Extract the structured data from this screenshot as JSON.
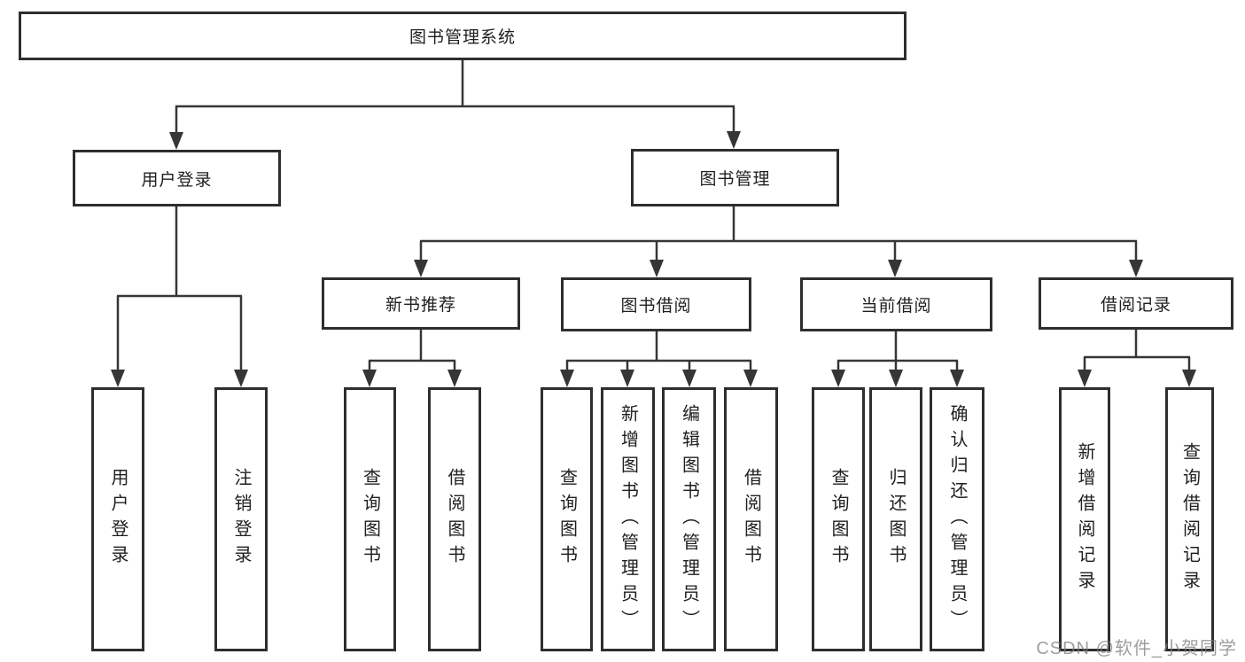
{
  "colors": {
    "line": "#363636",
    "box_border": "#2e2e2e",
    "text": "#1f1f1f",
    "watermark": "#7d7d7d"
  },
  "diagram": {
    "root": {
      "label": "图书管理系统"
    },
    "branches": [
      {
        "label": "用户登录",
        "children": [
          {
            "label": "用户登录"
          },
          {
            "label": "注销登录"
          }
        ]
      },
      {
        "label": "图书管理",
        "children": [
          {
            "label": "新书推荐",
            "children": [
              {
                "label": "查询图书"
              },
              {
                "label": "借阅图书"
              }
            ]
          },
          {
            "label": "图书借阅",
            "children": [
              {
                "label": "查询图书"
              },
              {
                "label": "新增图书（管理员）"
              },
              {
                "label": "编辑图书（管理员）"
              },
              {
                "label": "借阅图书"
              }
            ]
          },
          {
            "label": "当前借阅",
            "children": [
              {
                "label": "查询图书"
              },
              {
                "label": "归还图书"
              },
              {
                "label": "确认归还（管理员）"
              }
            ]
          },
          {
            "label": "借阅记录",
            "children": [
              {
                "label": "新增借阅记录"
              },
              {
                "label": "查询借阅记录"
              }
            ]
          }
        ]
      }
    ]
  },
  "watermark": {
    "text": "CSDN @软件_小贺同学"
  }
}
